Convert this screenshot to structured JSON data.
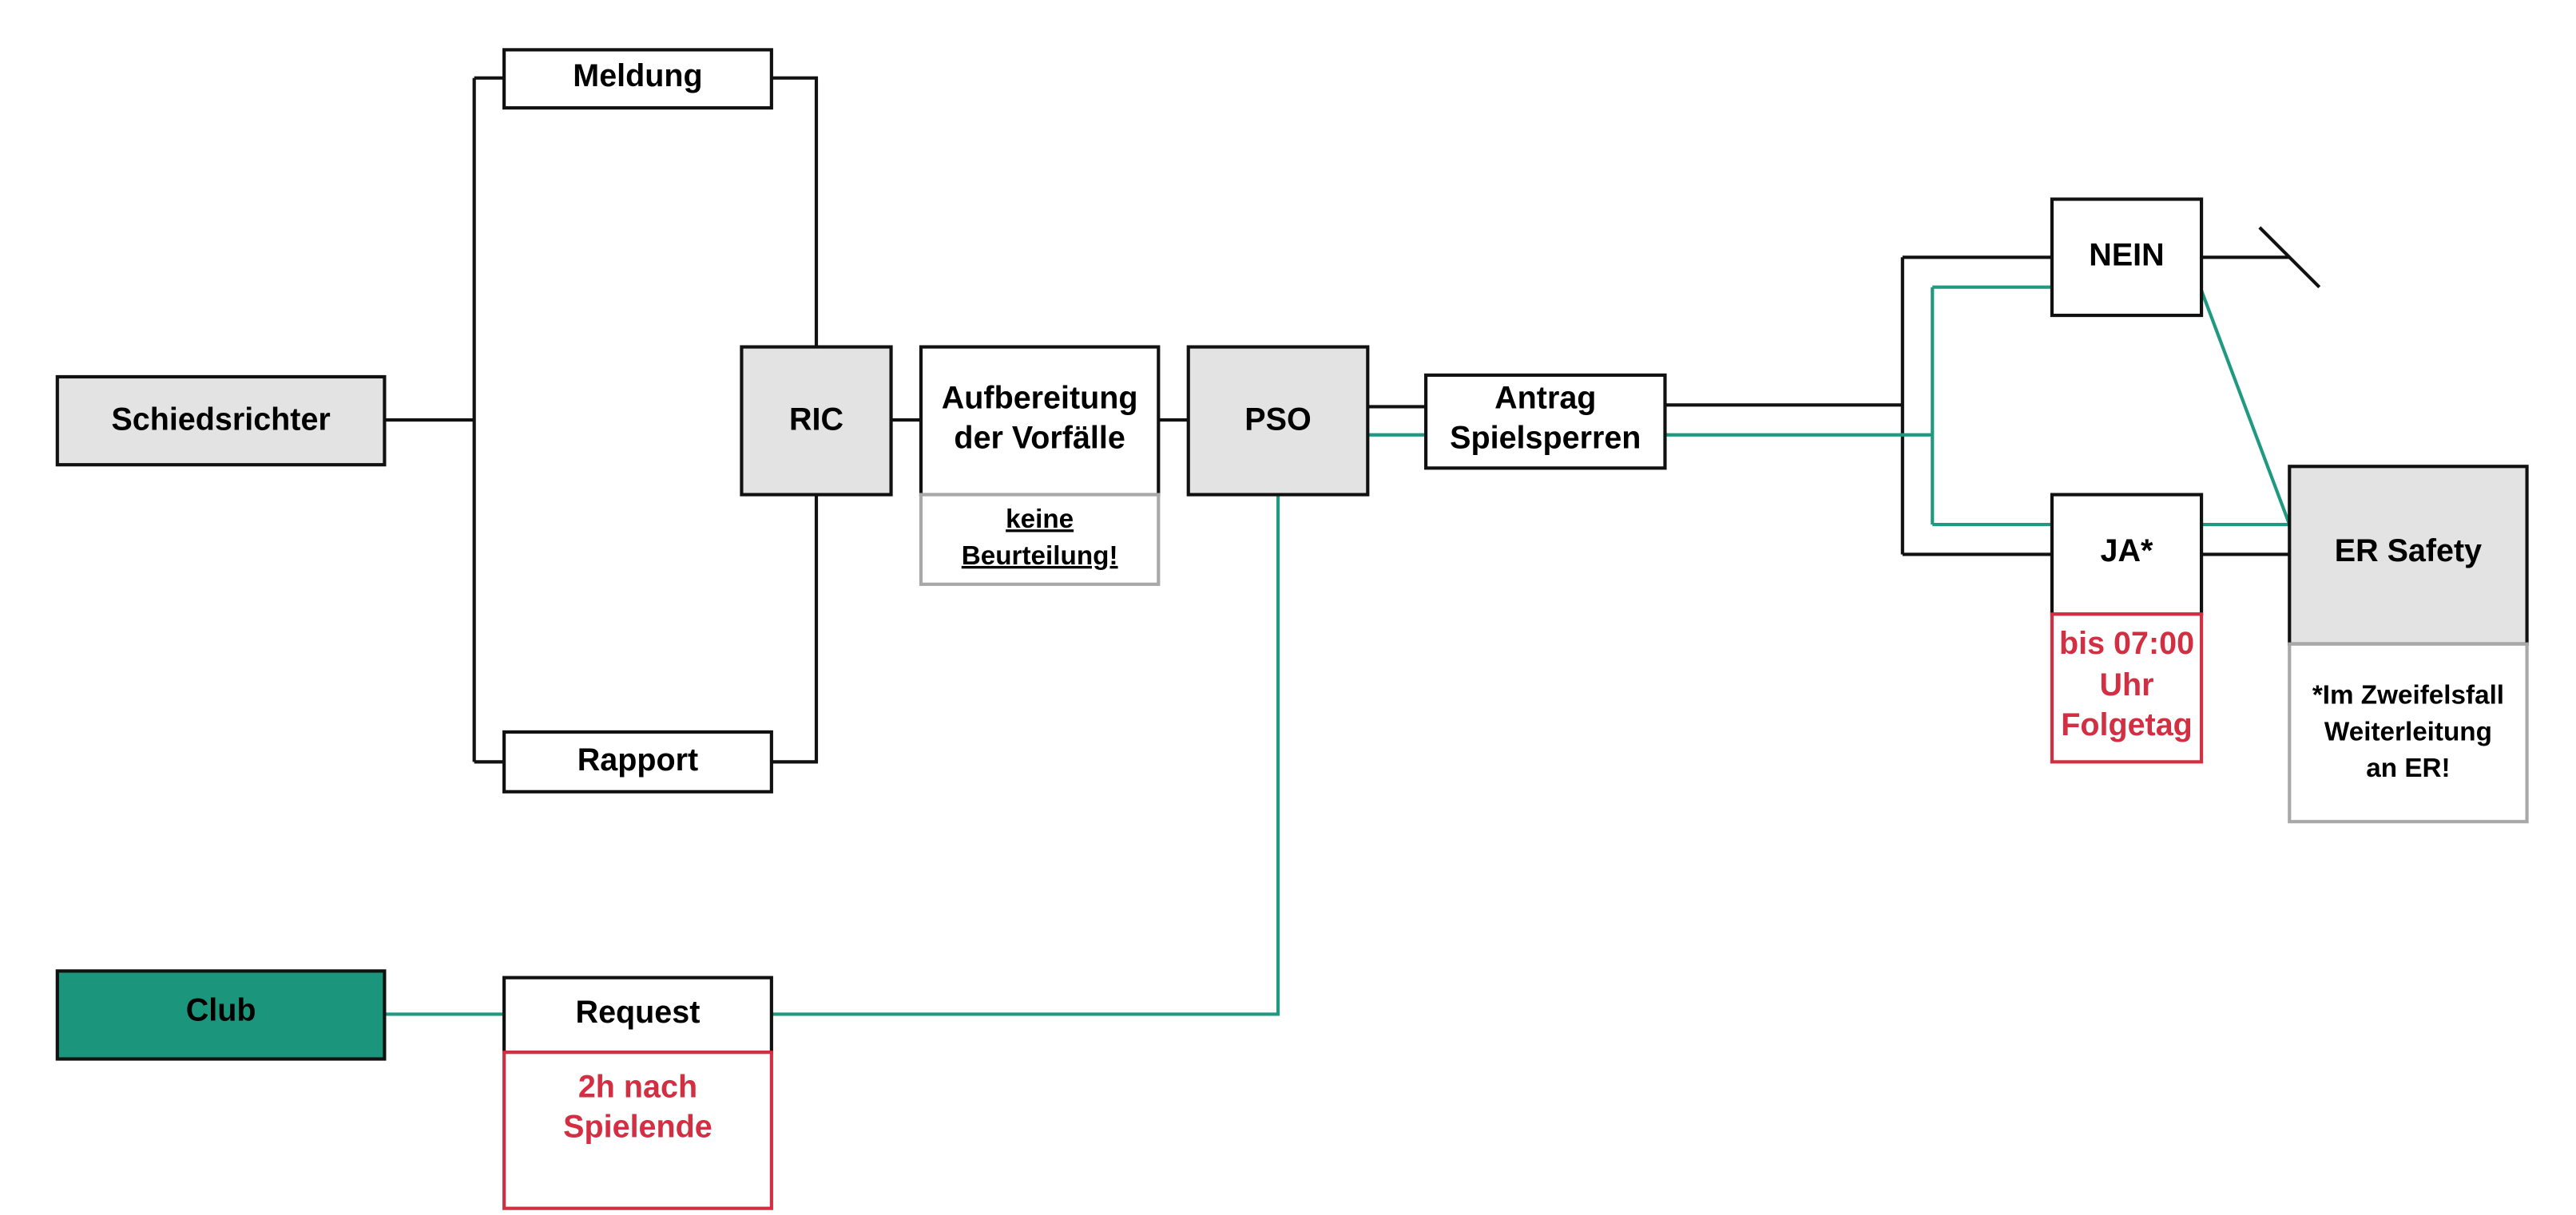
{
  "colors": {
    "line": "#111111",
    "accent_green": "#1b957b",
    "warning_red": "#d22f42",
    "node_gray": "#e3e3e3",
    "note_border": "#a8a8a8"
  },
  "nodes": {
    "schiedsrichter": "Schiedsrichter",
    "meldung": "Meldung",
    "rapport": "Rapport",
    "ric": "RIC",
    "aufbereitung": [
      "Aufbereitung",
      "der Vorfälle"
    ],
    "aufbereitung_note": [
      "keine",
      "Beurteilung!"
    ],
    "pso": "PSO",
    "antrag": [
      "Antrag",
      "Spielsperren"
    ],
    "nein": "NEIN",
    "ja": "JA*",
    "ja_note": [
      "bis 07:00",
      "Uhr",
      "Folgetag"
    ],
    "er_safety": "ER Safety",
    "er_note": [
      "*Im Zweifelsfall",
      "Weiterleitung",
      "an ER!"
    ],
    "club": "Club",
    "request": "Request",
    "request_note": [
      "2h nach",
      "Spielende"
    ]
  }
}
